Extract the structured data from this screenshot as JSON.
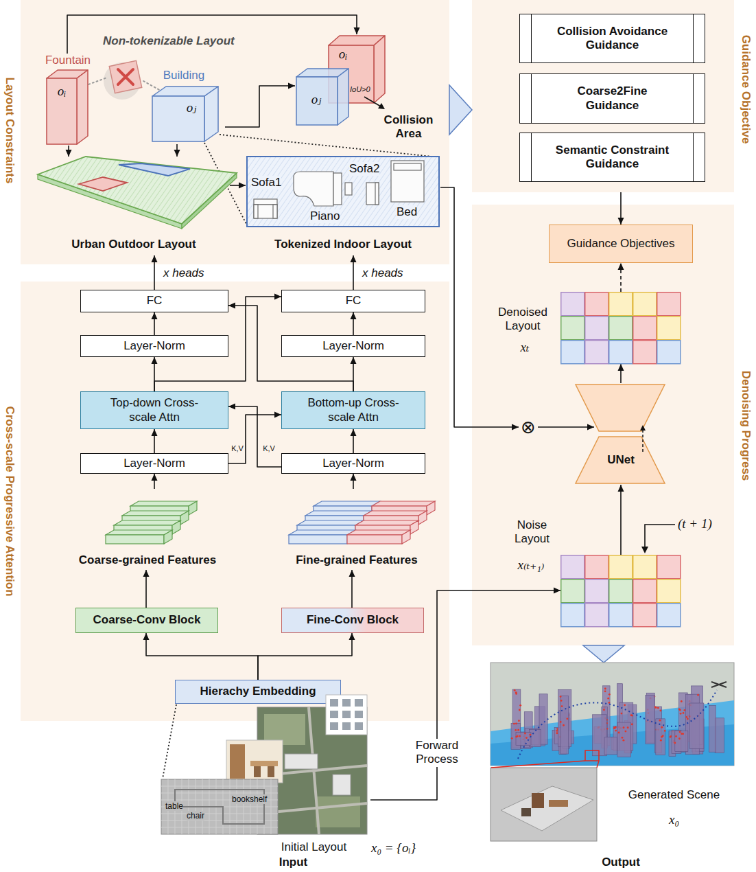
{
  "diagram": {
    "nodes": [
      {
        "text": [
          "Layout Constraints"
        ]
      },
      {
        "text": [
          "Fountain",
          "oᵢ"
        ],
        "in": 0
      },
      {
        "text": [
          "Building",
          "oⱼ"
        ],
        "in": 0
      },
      {
        "text": [
          "oᵢ"
        ],
        "in": 0
      },
      {
        "text": [
          "oⱼ"
        ],
        "in": 0
      },
      {
        "text": [
          "Urban Outdoor Layout"
        ],
        "in": 0
      },
      {
        "text": [
          "Tokenized Indoor Layout"
        ],
        "in": 0
      },
      {
        "text": [
          "Cross-scale Progressive Attention"
        ]
      },
      {
        "text": [
          "FC"
        ],
        "in": 7
      },
      {
        "text": [
          "Layer-Norm"
        ],
        "in": 7
      },
      {
        "text": [
          "Top-down Cross-scale Attn"
        ],
        "in": 7
      },
      {
        "text": [
          "Layer-Norm"
        ],
        "in": 7
      },
      {
        "text": [
          "Coarse-grained Features"
        ],
        "in": 7
      },
      {
        "text": [
          "Coarse-Conv Block"
        ],
        "in": 7
      },
      {
        "text": [
          "FC"
        ],
        "in": 7
      },
      {
        "text": [
          "Layer-Norm"
        ],
        "in": 7
      },
      {
        "text": [
          "Bottom-up Cross-scale Attn"
        ],
        "in": 7
      },
      {
        "text": [
          "Layer-Norm"
        ],
        "in": 7
      },
      {
        "text": [
          "Fine-grained Features"
        ],
        "in": 7
      },
      {
        "text": [
          "Fine-Conv Block"
        ],
        "in": 7
      },
      {
        "text": [
          "Hierachy Embedding"
        ],
        "in": 7
      },
      {
        "text": [
          "Guidance Objective"
        ]
      },
      {
        "text": [
          "Collision Avoidance Guidance"
        ],
        "in": 21
      },
      {
        "text": [
          "Coarse2Fine Guidance"
        ],
        "in": 21
      },
      {
        "text": [
          "Semantic Constraint Guidance"
        ],
        "in": 21
      },
      {
        "text": [
          "Denoising Progress"
        ]
      },
      {
        "text": [
          "Guidance Objectives"
        ],
        "in": 25
      },
      {
        "text": [
          "Denoised Layout",
          "xₜ"
        ],
        "in": 25
      },
      {
        "text": [
          "UNet"
        ],
        "in": 25
      },
      {
        "text": [
          "Noise Layout",
          "x₍ₜ₊₁₎"
        ],
        "in": 25
      },
      {
        "text": [
          "⊗"
        ],
        "in": 25
      },
      {
        "text": [
          "Initial Layout",
          "x₀ = {oᵢ}",
          "Input"
        ]
      },
      {
        "text": [
          "Generated Scene",
          "x₀",
          "Output"
        ]
      }
    ],
    "edges": [
      {
        "from": 1,
        "to": 3,
        "arrow": "to"
      },
      {
        "from": 2,
        "to": 4,
        "arrow": "to"
      },
      {
        "from": 1,
        "to": 5,
        "arrow": "to"
      },
      {
        "from": 2,
        "to": 5,
        "arrow": "to"
      },
      {
        "from": 5,
        "to": 6,
        "arrow": "to"
      },
      {
        "from": 0,
        "to": 21,
        "arrow": "to"
      },
      {
        "from": 20,
        "to": 13,
        "arrow": "to"
      },
      {
        "from": 20,
        "to": 19,
        "arrow": "to"
      },
      {
        "from": 13,
        "to": 12,
        "arrow": "to"
      },
      {
        "from": 19,
        "to": 18,
        "arrow": "to"
      },
      {
        "from": 12,
        "to": 11,
        "arrow": "to"
      },
      {
        "from": 18,
        "to": 17,
        "arrow": "to"
      },
      {
        "from": 11,
        "to": 10,
        "arrow": "to"
      },
      {
        "from": 17,
        "to": 16,
        "arrow": "to"
      },
      {
        "from": 10,
        "to": 9,
        "arrow": "to"
      },
      {
        "from": 16,
        "to": 15,
        "arrow": "to"
      },
      {
        "from": 9,
        "to": 8,
        "arrow": "to"
      },
      {
        "from": 15,
        "to": 14,
        "arrow": "to"
      },
      {
        "from": 8,
        "to": 5,
        "arrow": "to"
      },
      {
        "from": 14,
        "to": 6,
        "arrow": "to"
      },
      {
        "from": 11,
        "to": 16,
        "label": "K,V",
        "arrow": "to"
      },
      {
        "from": 17,
        "to": 10,
        "label": "K,V",
        "arrow": "to"
      },
      {
        "from": 10,
        "to": 14,
        "arrow": "to"
      },
      {
        "from": 16,
        "to": 8,
        "arrow": "to"
      },
      {
        "from": 6,
        "to": 30,
        "arrow": "to"
      },
      {
        "from": 30,
        "to": 28,
        "arrow": "to"
      },
      {
        "from": 29,
        "to": 28,
        "arrow": "to"
      },
      {
        "from": 28,
        "to": 27,
        "arrow": "to"
      },
      {
        "from": 27,
        "to": 26,
        "arrow": "to"
      },
      {
        "from": 21,
        "to": 26,
        "arrow": "to"
      },
      {
        "from": 25,
        "to": 32,
        "arrow": "to"
      },
      {
        "from": 31,
        "to": 29,
        "label": "Forward Process",
        "arrow": "to"
      }
    ],
    "labels": [
      "Non-tokenizable Layout",
      "IoU>0",
      "Collision Area",
      "Sofa1",
      "Piano",
      "Sofa2",
      "Bed",
      "x heads",
      "x heads",
      "(t + 1)",
      "table",
      "chair",
      "bookshelf"
    ]
  }
}
